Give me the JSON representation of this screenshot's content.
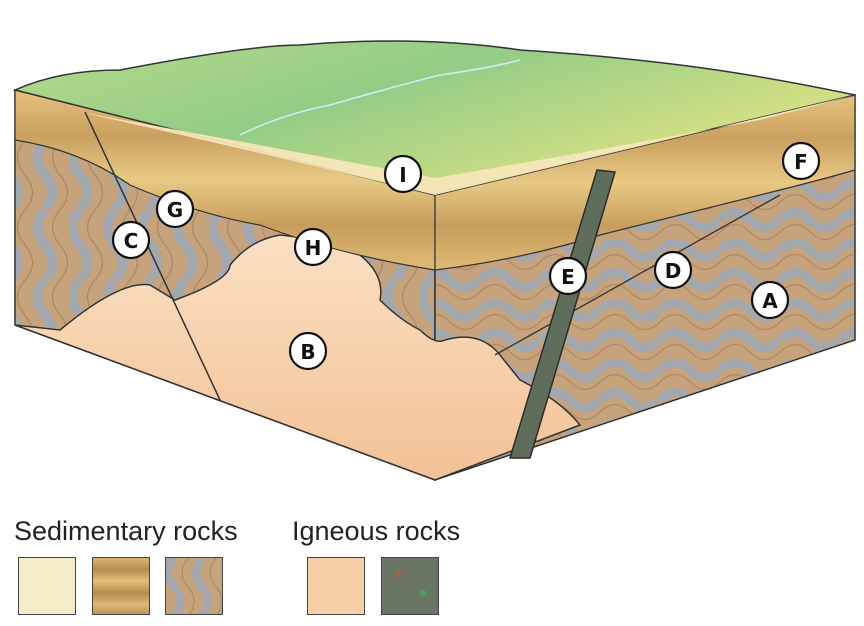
{
  "markers": [
    {
      "id": "A",
      "label": "A"
    },
    {
      "id": "B",
      "label": "B"
    },
    {
      "id": "C",
      "label": "C"
    },
    {
      "id": "D",
      "label": "D"
    },
    {
      "id": "E",
      "label": "E"
    },
    {
      "id": "F",
      "label": "F"
    },
    {
      "id": "G",
      "label": "G"
    },
    {
      "id": "H",
      "label": "H"
    },
    {
      "id": "I",
      "label": "I"
    }
  ],
  "legend": {
    "sedimentary": {
      "title": "Sedimentary rocks",
      "swatches": [
        "pale-sand",
        "banded-brown",
        "folded-gray-brown"
      ]
    },
    "igneous": {
      "title": "Igneous rocks",
      "swatches": [
        "peach-intrusion",
        "dark-green-dike"
      ]
    }
  },
  "colors": {
    "surface": "#d9e48a",
    "surface_green": "#9ccf86",
    "sand": "#f5e6b8",
    "banded": "#d9b56f",
    "folded_brown": "#c7a27a",
    "folded_gray": "#a3a8ad",
    "intrusion": "#f7cfa6",
    "dike": "#5c6b58"
  }
}
